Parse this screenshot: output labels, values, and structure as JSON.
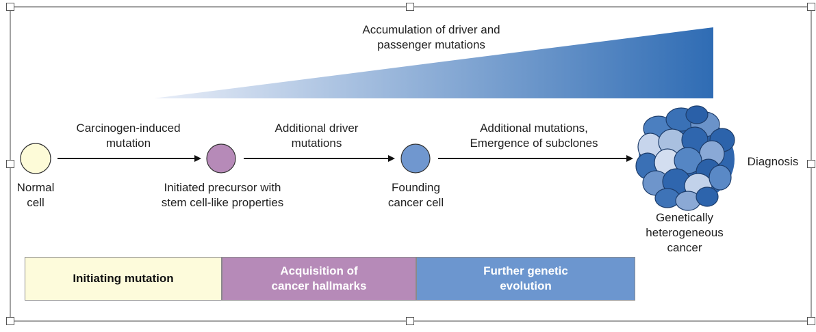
{
  "diagram": {
    "gradient_label": "Accumulation of driver and\npassenger mutations",
    "steps": [
      {
        "caption": "Normal\ncell",
        "fill": "#fdfbd8"
      },
      {
        "caption": "Initiated precursor with\nstem cell-like properties",
        "fill": "#b68ab8"
      },
      {
        "caption": "Founding\ncancer cell",
        "fill": "#7097cf"
      }
    ],
    "arrows": [
      {
        "label": "Carcinogen-induced\nmutation"
      },
      {
        "label": "Additional driver\nmutations"
      },
      {
        "label": "Additional mutations,\nEmergence of subclones"
      }
    ],
    "tumor": {
      "caption": "Genetically\nheterogeneous\ncancer",
      "side_label": "Diagnosis"
    },
    "bands": [
      {
        "label": "Initiating mutation",
        "fill": "#fdfbdb",
        "text_color": "#111111"
      },
      {
        "label": "Acquisition of\ncancer hallmarks",
        "fill": "#b68ab8",
        "text_color": "#ffffff"
      },
      {
        "label": "Further genetic\nevolution",
        "fill": "#6c96cf",
        "text_color": "#ffffff"
      }
    ],
    "colors": {
      "gradient_start": "#e9eef8",
      "gradient_end": "#2f6cb4",
      "arrow": "#111111"
    }
  }
}
